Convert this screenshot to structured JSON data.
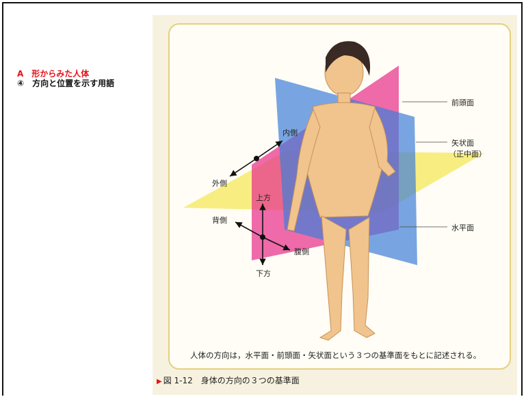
{
  "section": {
    "category": "A　形からみた人体",
    "subtitle": "④　方向と位置を示す用語"
  },
  "figure": {
    "labels": {
      "coronal": "前頭面",
      "sagittal": "矢状面",
      "sagittal_alt": "（正中面）",
      "horizontal": "水平面",
      "medial": "内側",
      "lateral": "外側",
      "superior": "上方",
      "inferior": "下方",
      "dorsal": "背側",
      "ventral": "腹側"
    },
    "description": "人体の方向は，水平面・前頭面・矢状面という３つの基準面をもとに記述される。",
    "caption_number": "図 1-12",
    "caption_title": "身体の方向の３つの基準面"
  },
  "colors": {
    "accent_red": "#e8101a",
    "plane_pink": "#e8388f",
    "plane_blue": "#3f7fd8",
    "plane_yellow": "#f6ea6c",
    "frame_gold": "#e5cf7f"
  }
}
